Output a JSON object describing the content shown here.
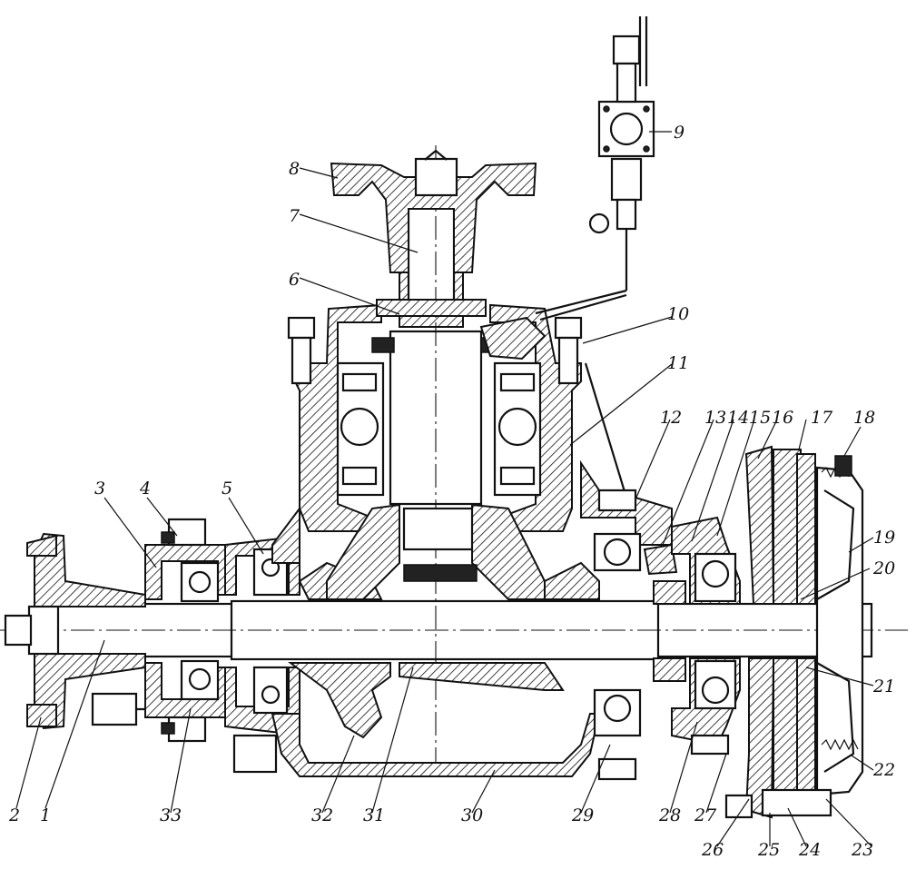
{
  "diagram": {
    "part_labels": [
      "1",
      "2",
      "3",
      "4",
      "5",
      "6",
      "7",
      "8",
      "9",
      "10",
      "11",
      "12",
      "13",
      "14",
      "15",
      "16",
      "17",
      "18",
      "19",
      "20",
      "21",
      "22",
      "23",
      "24",
      "25",
      "26",
      "27",
      "28",
      "29",
      "30",
      "31",
      "32",
      "33"
    ]
  }
}
